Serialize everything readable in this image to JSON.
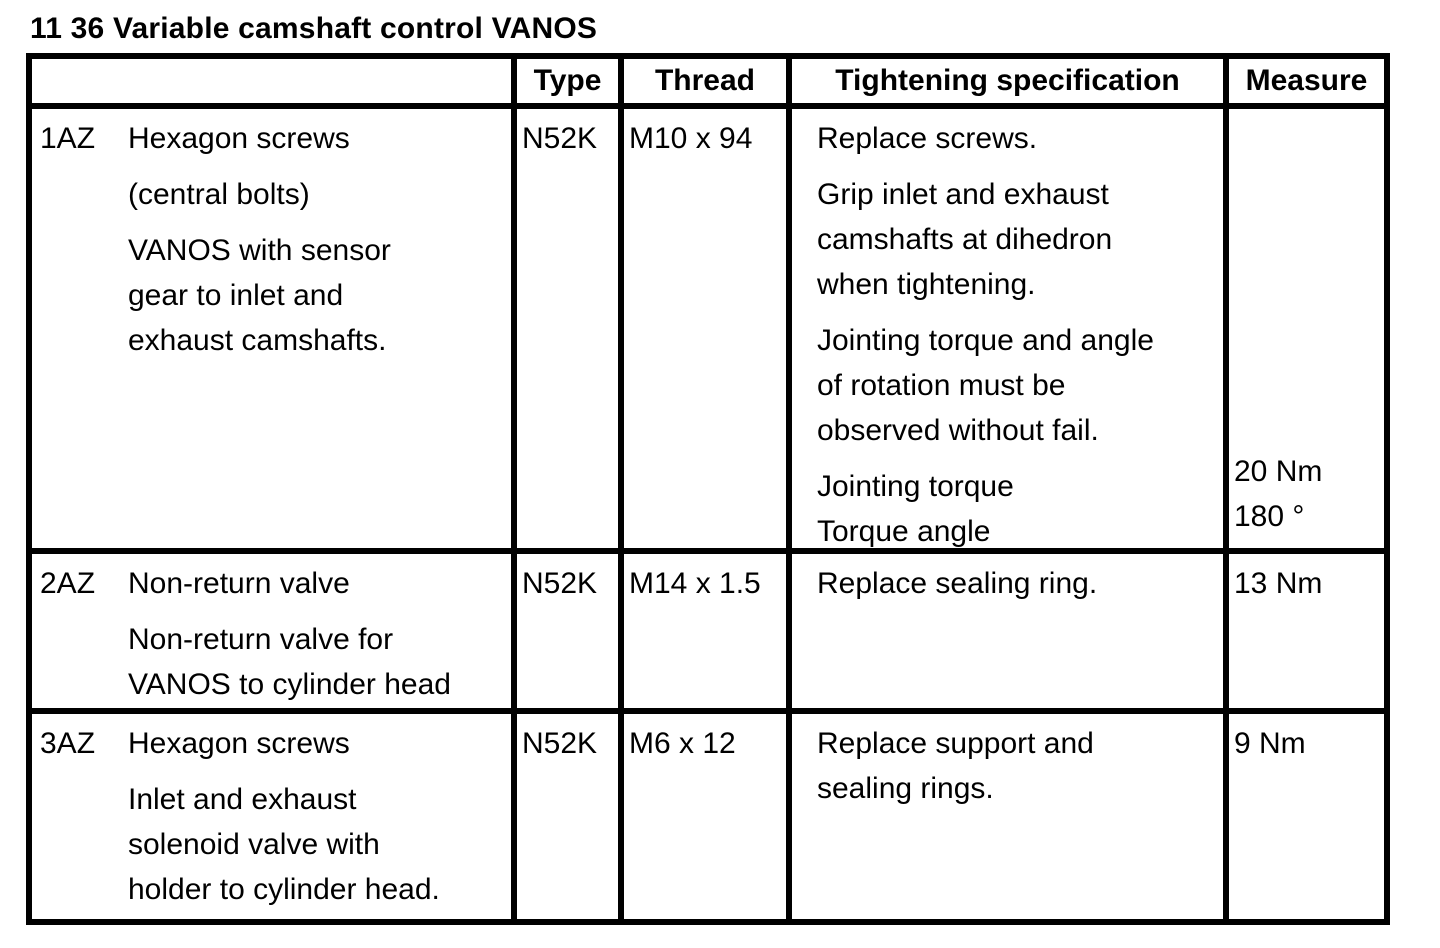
{
  "title": "11 36 Variable camshaft control VANOS",
  "table": {
    "headers": {
      "item": "",
      "type": "Type",
      "thread": "Thread",
      "spec": "Tightening specification",
      "measure": "Measure"
    },
    "rows": [
      {
        "id": "1AZ",
        "desc": [
          "Hexagon screws",
          "(central bolts)",
          "VANOS with sensor\ngear to inlet and\nexhaust camshafts."
        ],
        "type": "N52K",
        "thread": "M10 x 94",
        "spec": [
          "Replace screws.",
          "Grip inlet and exhaust\ncamshafts at dihedron\nwhen tightening.",
          "Jointing torque and angle\nof rotation must be\nobserved without fail.",
          "Jointing torque\nTorque angle"
        ],
        "measure": "20 Nm\n180 °"
      },
      {
        "id": "2AZ",
        "desc": [
          "Non-return valve",
          "Non-return valve for\nVANOS to cylinder head"
        ],
        "type": "N52K",
        "thread": "M14 x 1.5",
        "spec": [
          "Replace sealing ring."
        ],
        "measure": "13 Nm"
      },
      {
        "id": "3AZ",
        "desc": [
          "Hexagon screws",
          "Inlet and exhaust\nsolenoid valve with\nholder to cylinder head."
        ],
        "type": "N52K",
        "thread": "M6 x 12",
        "spec": [
          "Replace support and\nsealing rings."
        ],
        "measure": "9 Nm"
      }
    ]
  }
}
